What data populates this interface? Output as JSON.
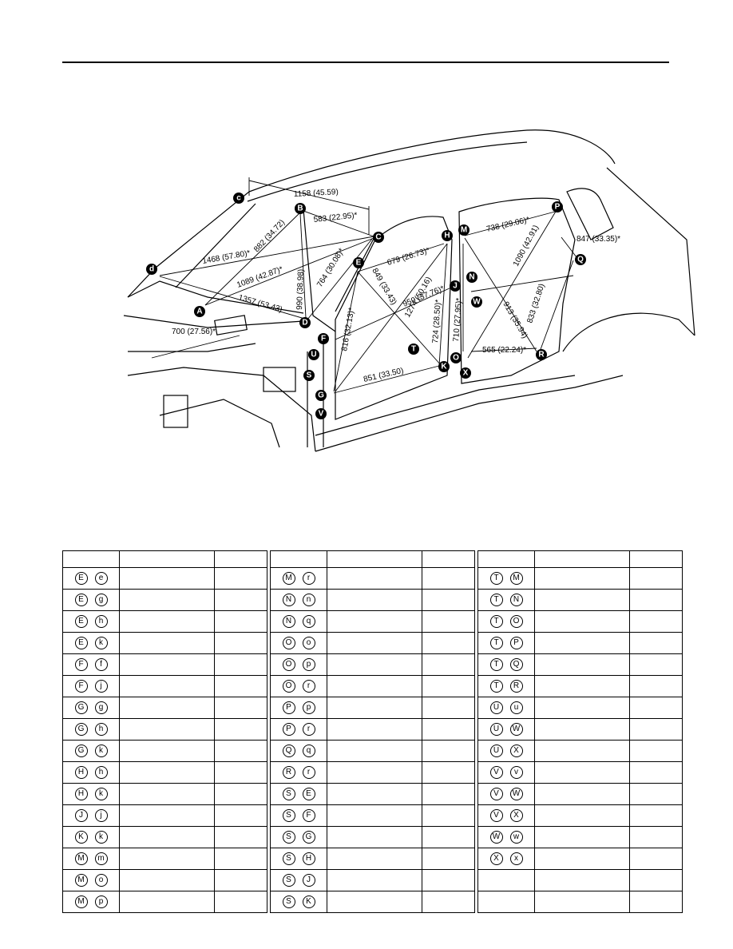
{
  "dimensions": [
    {
      "id": "d1",
      "text": "1158 (45.59)"
    },
    {
      "id": "d2",
      "text": "583 (22.95)*"
    },
    {
      "id": "d3",
      "text": "882 (34.72)"
    },
    {
      "id": "d4",
      "text": "1468 (57.80)*"
    },
    {
      "id": "d5",
      "text": "1089 (42.87)*"
    },
    {
      "id": "d6",
      "text": "1357 (53.43)"
    },
    {
      "id": "d7",
      "text": "990 (38.98)"
    },
    {
      "id": "d8",
      "text": "764 (30.08)*"
    },
    {
      "id": "d9",
      "text": "700 (27.56)*"
    },
    {
      "id": "d10",
      "text": "679 (26.73)*"
    },
    {
      "id": "d11",
      "text": "849 (33.43)"
    },
    {
      "id": "d12",
      "text": "1274 (50.16)"
    },
    {
      "id": "d13",
      "text": "959 (37.76)*"
    },
    {
      "id": "d14",
      "text": "816 (32.13)*"
    },
    {
      "id": "d15",
      "text": "724 (28.50)*"
    },
    {
      "id": "d16",
      "text": "851 (33.50)"
    },
    {
      "id": "d17",
      "text": "738 (29.06)*"
    },
    {
      "id": "d18",
      "text": "847 (33.35)*"
    },
    {
      "id": "d19",
      "text": "1090 (42.91)"
    },
    {
      "id": "d20",
      "text": "710 (27.95)*"
    },
    {
      "id": "d21",
      "text": "913 (35.94)"
    },
    {
      "id": "d22",
      "text": "833 (32.80)"
    },
    {
      "id": "d23",
      "text": "565 (22.24)*"
    }
  ],
  "point_labels": {
    "A": "A",
    "B": "B",
    "C": "C",
    "D": "D",
    "E": "E",
    "F": "F",
    "G": "G",
    "H": "H",
    "J": "J",
    "K": "K",
    "M": "M",
    "N": "N",
    "O": "O",
    "P": "P",
    "Q": "Q",
    "R": "R",
    "S": "S",
    "T": "T",
    "U": "U",
    "V": "V",
    "W": "W",
    "X": "X",
    "c": "c",
    "d": "d"
  },
  "table": {
    "col1": [
      [
        "E",
        "e"
      ],
      [
        "E",
        "g"
      ],
      [
        "E",
        "h"
      ],
      [
        "E",
        "k"
      ],
      [
        "F",
        "f"
      ],
      [
        "F",
        "j"
      ],
      [
        "G",
        "g"
      ],
      [
        "G",
        "h"
      ],
      [
        "G",
        "k"
      ],
      [
        "H",
        "h"
      ],
      [
        "H",
        "k"
      ],
      [
        "J",
        "j"
      ],
      [
        "K",
        "k"
      ],
      [
        "M",
        "m"
      ],
      [
        "M",
        "o"
      ],
      [
        "M",
        "p"
      ]
    ],
    "col2": [
      [
        "M",
        "r"
      ],
      [
        "N",
        "n"
      ],
      [
        "N",
        "q"
      ],
      [
        "O",
        "o"
      ],
      [
        "O",
        "p"
      ],
      [
        "O",
        "r"
      ],
      [
        "P",
        "p"
      ],
      [
        "P",
        "r"
      ],
      [
        "Q",
        "q"
      ],
      [
        "R",
        "r"
      ],
      [
        "S",
        "E"
      ],
      [
        "S",
        "F"
      ],
      [
        "S",
        "G"
      ],
      [
        "S",
        "H"
      ],
      [
        "S",
        "J"
      ],
      [
        "S",
        "K"
      ]
    ],
    "col3": [
      [
        "T",
        "M"
      ],
      [
        "T",
        "N"
      ],
      [
        "T",
        "O"
      ],
      [
        "T",
        "P"
      ],
      [
        "T",
        "Q"
      ],
      [
        "T",
        "R"
      ],
      [
        "U",
        "u"
      ],
      [
        "U",
        "W"
      ],
      [
        "U",
        "X"
      ],
      [
        "V",
        "v"
      ],
      [
        "V",
        "W"
      ],
      [
        "V",
        "X"
      ],
      [
        "W",
        "w"
      ],
      [
        "X",
        "x"
      ],
      [
        "",
        ""
      ],
      [
        "",
        ""
      ]
    ]
  }
}
